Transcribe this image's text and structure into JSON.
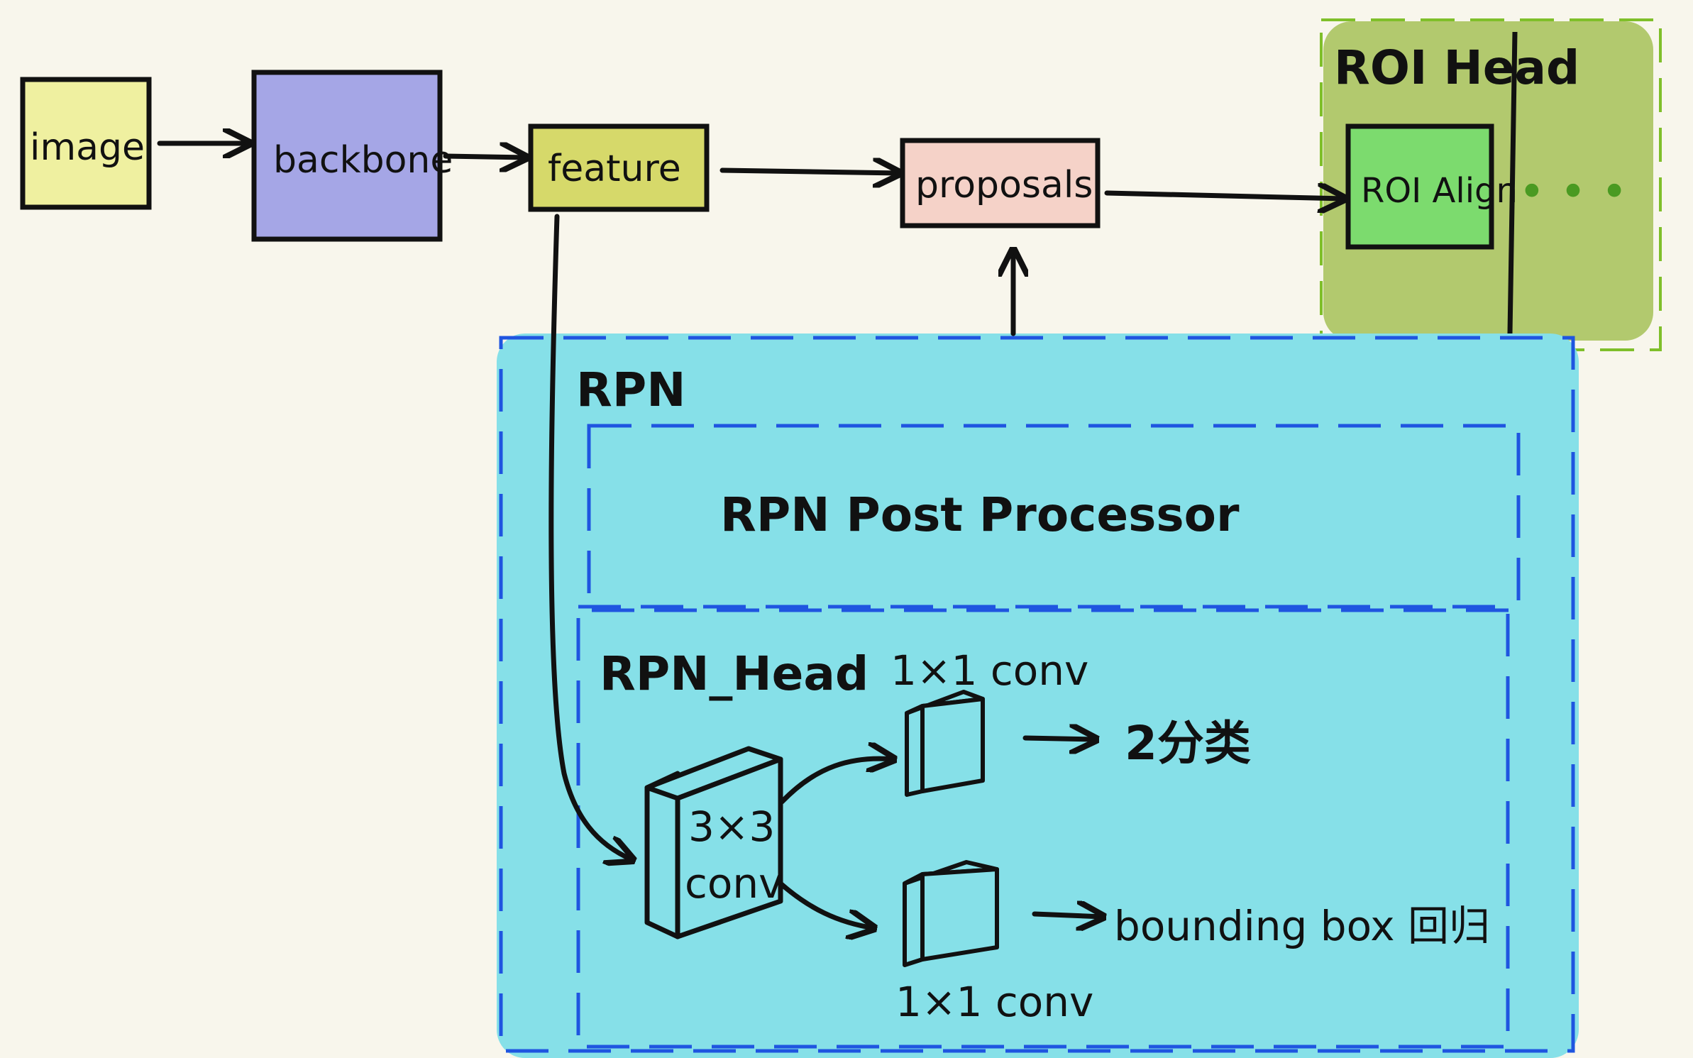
{
  "nodes": {
    "image": "image",
    "backbone": "backbone",
    "feature": "feature",
    "proposals": "proposals",
    "roi_align": "ROI Align"
  },
  "roi_head": {
    "title": "ROI Head",
    "more": "• • •"
  },
  "rpn": {
    "title": "RPN",
    "post_processor": "RPN Post Processor",
    "head": {
      "title": "RPN_Head",
      "conv3": [
        "3×3",
        "conv"
      ],
      "conv1_top": "1×1 conv",
      "conv1_bottom": "1×1 conv",
      "out_cls": "2分类",
      "out_reg": "bounding box 回归"
    }
  },
  "colors": {
    "image": "#eff0a0",
    "backbone": "#a5a6e6",
    "feature": "#d6d96a",
    "proposals": "#f5d2c8",
    "roi_head_bg": "#b2c96e",
    "roi_align": "#7cdb6e",
    "rpn_bg": "#86e0e8",
    "dash_blue": "#1f55e0",
    "dash_green": "#7fbf2a"
  }
}
